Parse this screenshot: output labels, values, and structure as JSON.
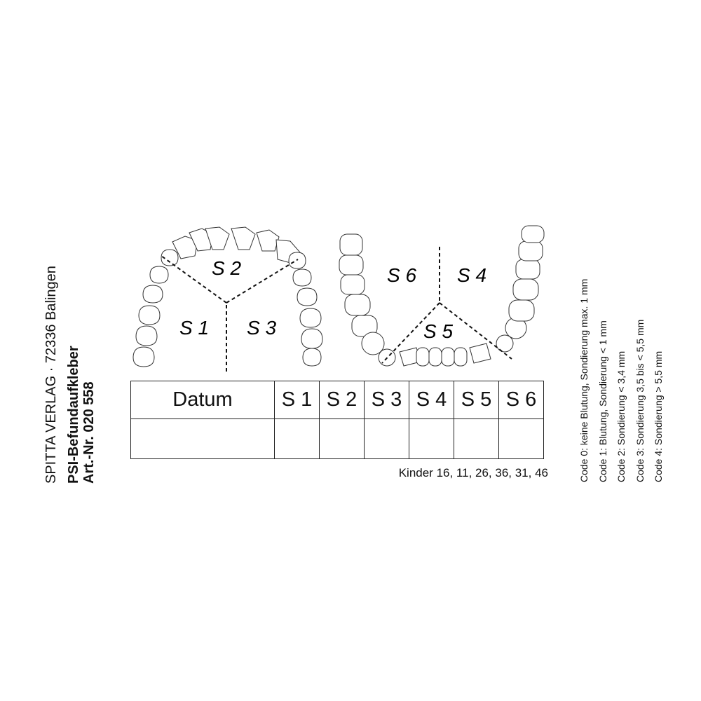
{
  "publisher": {
    "line": "SPITTA VERLAG · 72336 Balingen"
  },
  "product": {
    "title": "PSI-Befundaufkleber",
    "article_number": "Art.-Nr. 020 558"
  },
  "diagram": {
    "upper_jaw": {
      "segments": [
        "S 1",
        "S 2",
        "S 3"
      ]
    },
    "lower_jaw": {
      "segments": [
        "S 6",
        "S 4",
        "S 5"
      ]
    }
  },
  "table": {
    "headers": [
      "Datum",
      "S 1",
      "S 2",
      "S 3",
      "S 4",
      "S 5",
      "S 6"
    ],
    "row": [
      "",
      "",
      "",
      "",
      "",
      "",
      ""
    ]
  },
  "note": "Kinder 16, 11, 26, 36, 31, 46",
  "codes": [
    "Code 0: keine Blutung, Sondierung max. 1 mm",
    "Code 1: Blutung, Sondierung < 1 mm",
    "Code 2: Sondierung < 3,4 mm",
    "Code 3: Sondierung 3,5 bis < 5,5 mm",
    "Code 4: Sondierung > 5,5 mm"
  ]
}
